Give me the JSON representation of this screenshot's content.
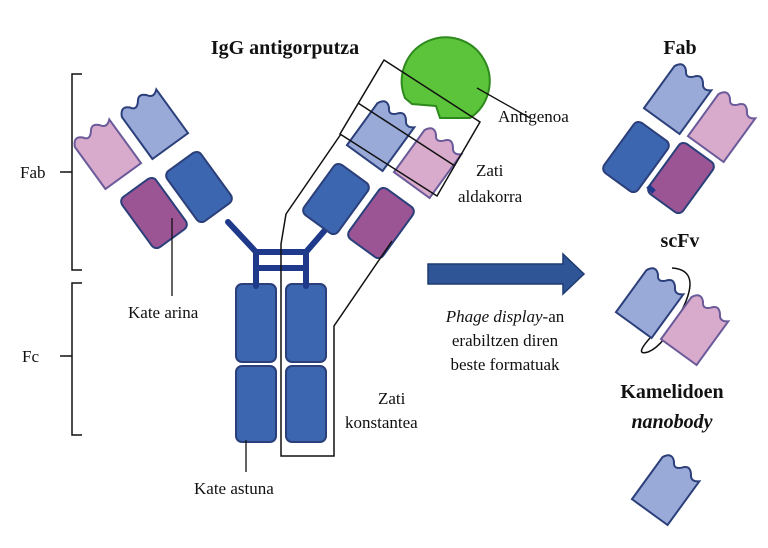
{
  "title": "IgG antigorputza",
  "labels": {
    "antigen": "Antigenoa",
    "variable_region_line1": "Zati",
    "variable_region_line2": "aldakorra",
    "light_chain": "Kate arina",
    "heavy_chain": "Kate astuna",
    "constant_region_line1": "Zati",
    "constant_region_line2": "konstantea",
    "bracket_fab": "Fab",
    "bracket_fc": "Fc"
  },
  "arrow_caption": {
    "line1_italic": "Phage display",
    "line1_rest": "-an",
    "line2": "erabiltzen diren",
    "line3": "beste formatuak"
  },
  "formats": {
    "fab_title": "Fab",
    "scfv_title": "scFv",
    "nanobody_title_line1": "Kamelidoen",
    "nanobody_title_line2": "nanobody"
  },
  "colors": {
    "heavy_constant": "#3c66b0",
    "heavy_variable": "#9aaad8",
    "light_variable": "#d8aacb",
    "light_constant": "#9b5595",
    "antigen": "#5cc43a",
    "outline": "#2b3f7a",
    "arrow": "#2f5597"
  }
}
